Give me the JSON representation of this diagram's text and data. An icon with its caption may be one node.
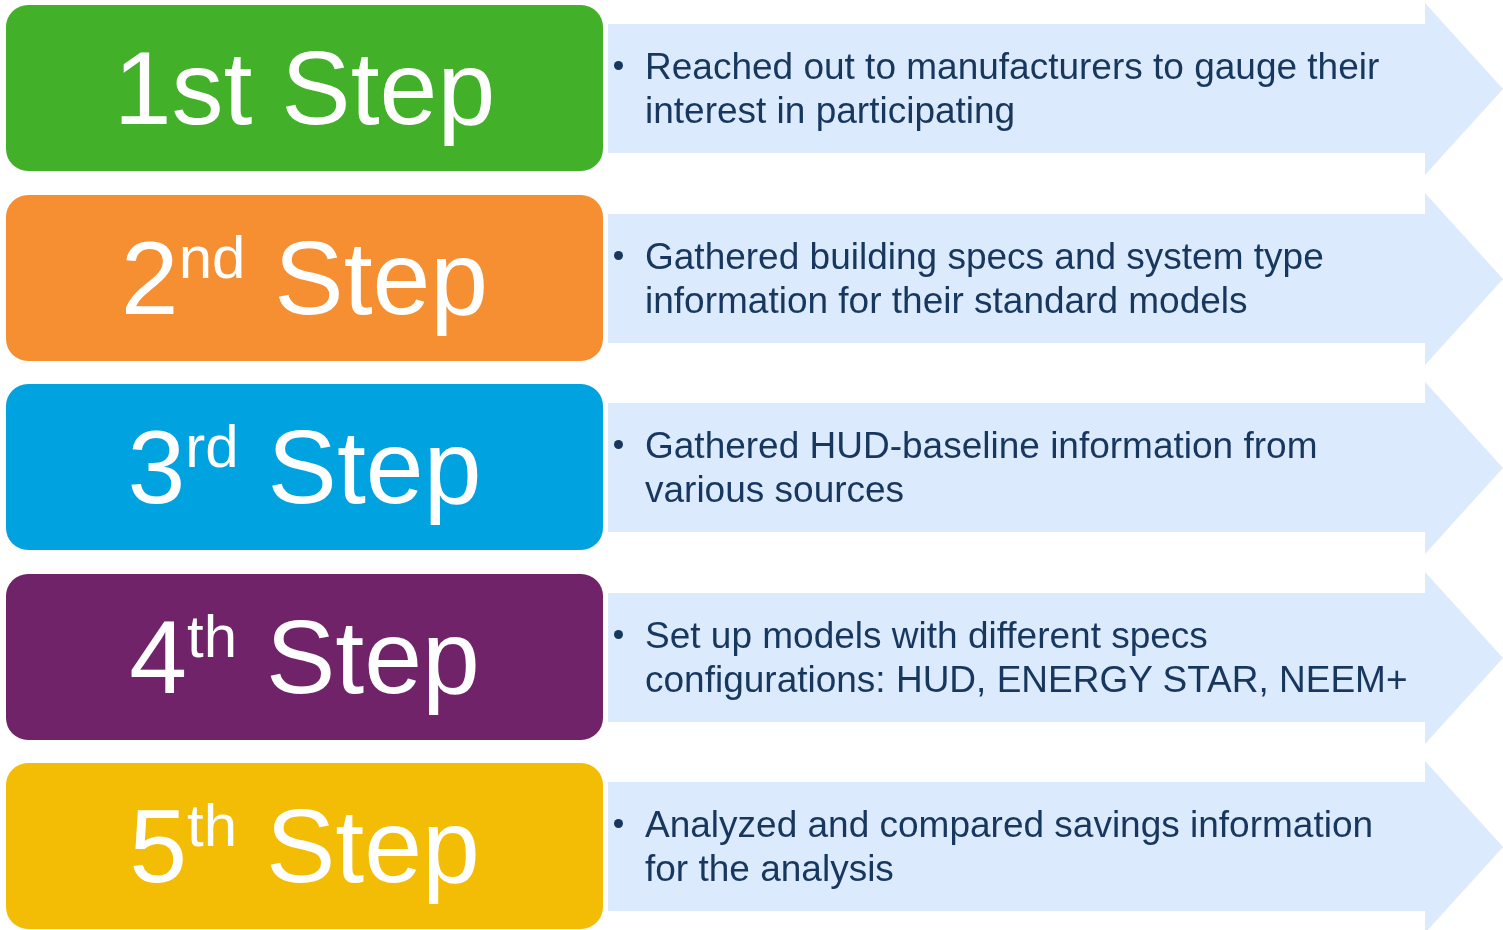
{
  "diagram": {
    "nodes": [
      {
        "text": [
          "1st Step"
        ]
      },
      {
        "text": [
          "Reached out to manufacturers to gauge their interest in participating"
        ]
      },
      {
        "text": [
          "2$^{nd}$ Step"
        ]
      },
      {
        "text": [
          "Gathered building specs and system type information for their standard models"
        ]
      },
      {
        "text": [
          "3$^{rd}$ Step"
        ]
      },
      {
        "text": [
          "Gathered HUD-baseline information from various sources"
        ]
      },
      {
        "text": [
          "4$^{th}$ Step"
        ]
      },
      {
        "text": [
          "Set up models with different specs configurations: HUD, ENERGY STAR, NEEM+"
        ]
      },
      {
        "text": [
          "5$^{th}$ Step"
        ]
      },
      {
        "text": [
          "Analyzed and compared savings information for the analysis"
        ]
      }
    ]
  }
}
